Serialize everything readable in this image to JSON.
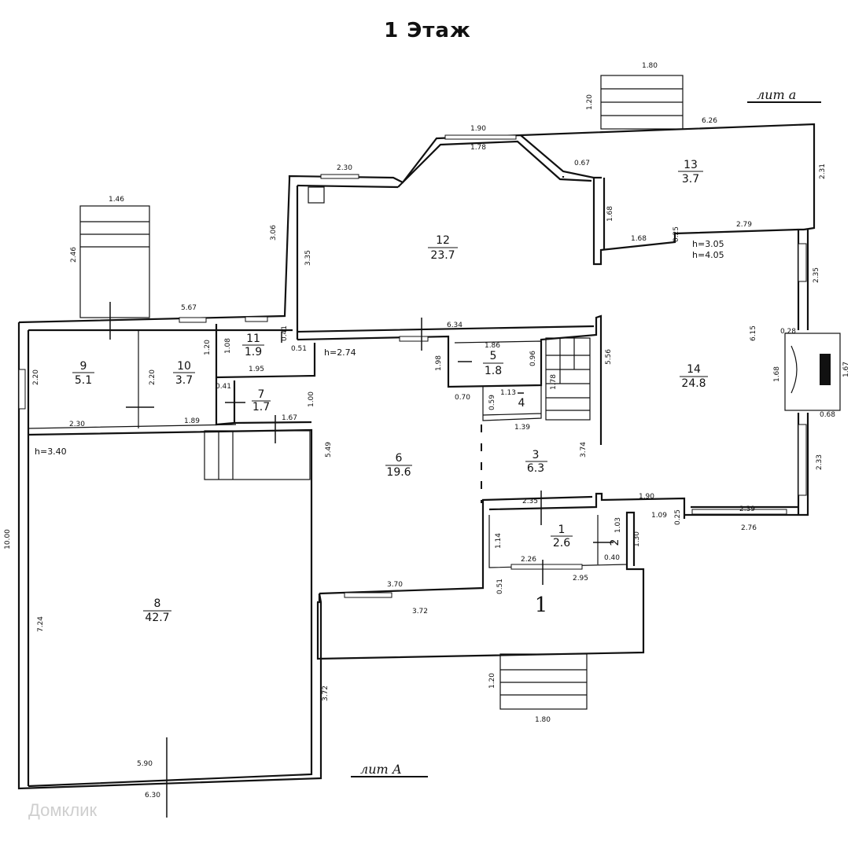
{
  "title": "1 Этаж",
  "watermark": "Домклик",
  "lit_a_upper": "лит а",
  "lit_a_main": "лит А",
  "entrance_label": "1",
  "rooms": [
    {
      "id": "r1",
      "num": "1",
      "area": "2.6"
    },
    {
      "id": "r2",
      "num": "2",
      "area": ""
    },
    {
      "id": "r3",
      "num": "3",
      "area": "6.3"
    },
    {
      "id": "r4",
      "num": "4",
      "area": ""
    },
    {
      "id": "r5",
      "num": "5",
      "area": "1.8"
    },
    {
      "id": "r6",
      "num": "6",
      "area": "19.6"
    },
    {
      "id": "r7",
      "num": "7",
      "area": "1.7"
    },
    {
      "id": "r8",
      "num": "8",
      "area": "42.7"
    },
    {
      "id": "r9",
      "num": "9",
      "area": "5.1"
    },
    {
      "id": "r10",
      "num": "10",
      "area": "3.7"
    },
    {
      "id": "r11",
      "num": "11",
      "area": "1.9"
    },
    {
      "id": "r12",
      "num": "12",
      "area": "23.7"
    },
    {
      "id": "r13",
      "num": "13",
      "area": "3.7"
    },
    {
      "id": "r14",
      "num": "14",
      "area": "24.8"
    }
  ],
  "heights": {
    "h1": "h=3.40",
    "h2": "h=2.74",
    "h3": "h=3.05",
    "h4": "h=4.05"
  },
  "dimensions": [
    "1.80",
    "1.20",
    "6.26",
    "1.90",
    "1.78",
    "2.30",
    "0.67",
    "2.31",
    "1.68",
    "1.68",
    "0.25",
    "2.79",
    "3.06",
    "3.35",
    "2.35",
    "1.46",
    "2.46",
    "5.67",
    "6.34",
    "0.28",
    "6.15",
    "1.20",
    "1.08",
    "0.41",
    "0.51",
    "1.86",
    "0.96",
    "5.56",
    "1.68",
    "1.67",
    "2.20",
    "2.20",
    "1.95",
    "1.98",
    "1.78",
    "0.41",
    "1.00",
    "0.70",
    "1.13",
    "0.59",
    "0.68",
    "2.30",
    "1.89",
    "1.67",
    "1.39",
    "5.49",
    "3.74",
    "2.33",
    "2.35",
    "1.90",
    "2.39",
    "10.00",
    "1.09",
    "0.25",
    "1.03",
    "2.76",
    "1.14",
    "1.30",
    "0.40",
    "2.26",
    "3.70",
    "2.95",
    "0.51",
    "3.72",
    "7.24",
    "3.72",
    "1.20",
    "1.80",
    "5.90",
    "6.30"
  ]
}
